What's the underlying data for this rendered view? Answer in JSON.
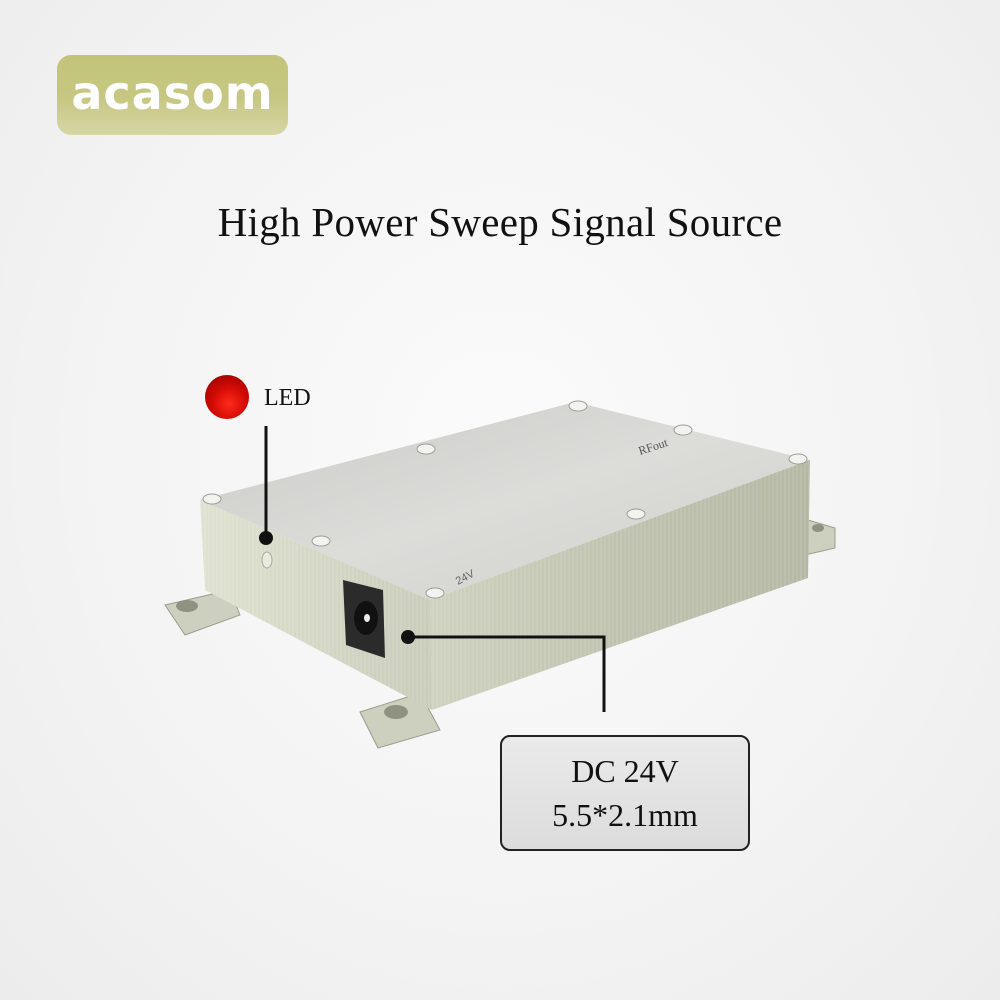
{
  "brand": {
    "logo_text": "acasom",
    "logo_color": "#c5c67e"
  },
  "title": "High Power Sweep Signal Source",
  "callouts": {
    "led": {
      "label": "LED",
      "indicator_color": "#d20a05"
    },
    "power": {
      "line1": "DC 24V",
      "line2": "5.5*2.1mm"
    }
  },
  "device": {
    "top_marking": "RFout",
    "side_marking": "24V"
  }
}
